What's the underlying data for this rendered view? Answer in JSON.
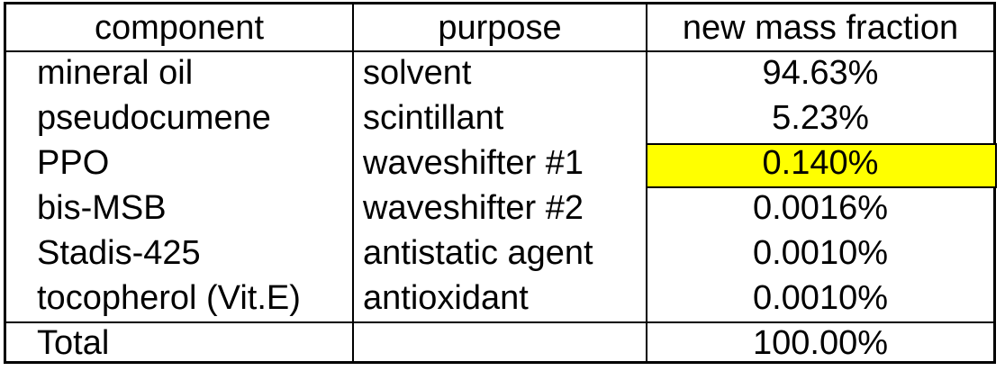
{
  "table": {
    "headers": [
      "component",
      "purpose",
      "new mass fraction"
    ],
    "rows": [
      {
        "component": "mineral oil",
        "purpose": "solvent",
        "fraction": "94.63%"
      },
      {
        "component": "pseudocumene",
        "purpose": "scintillant",
        "fraction": "5.23%"
      },
      {
        "component": "PPO",
        "purpose": "waveshifter #1",
        "fraction": "0.140%",
        "highlight_color": "#ffff00"
      },
      {
        "component": "bis-MSB",
        "purpose": "waveshifter #2",
        "fraction": "0.0016%"
      },
      {
        "component": "Stadis-425",
        "purpose": "antistatic agent",
        "fraction": "0.0010%"
      },
      {
        "component": "tocopherol (Vit.E)",
        "purpose": "antioxidant",
        "fraction": "0.0010%"
      }
    ],
    "total": {
      "component": "Total",
      "purpose": "",
      "fraction": "100.00%"
    }
  }
}
